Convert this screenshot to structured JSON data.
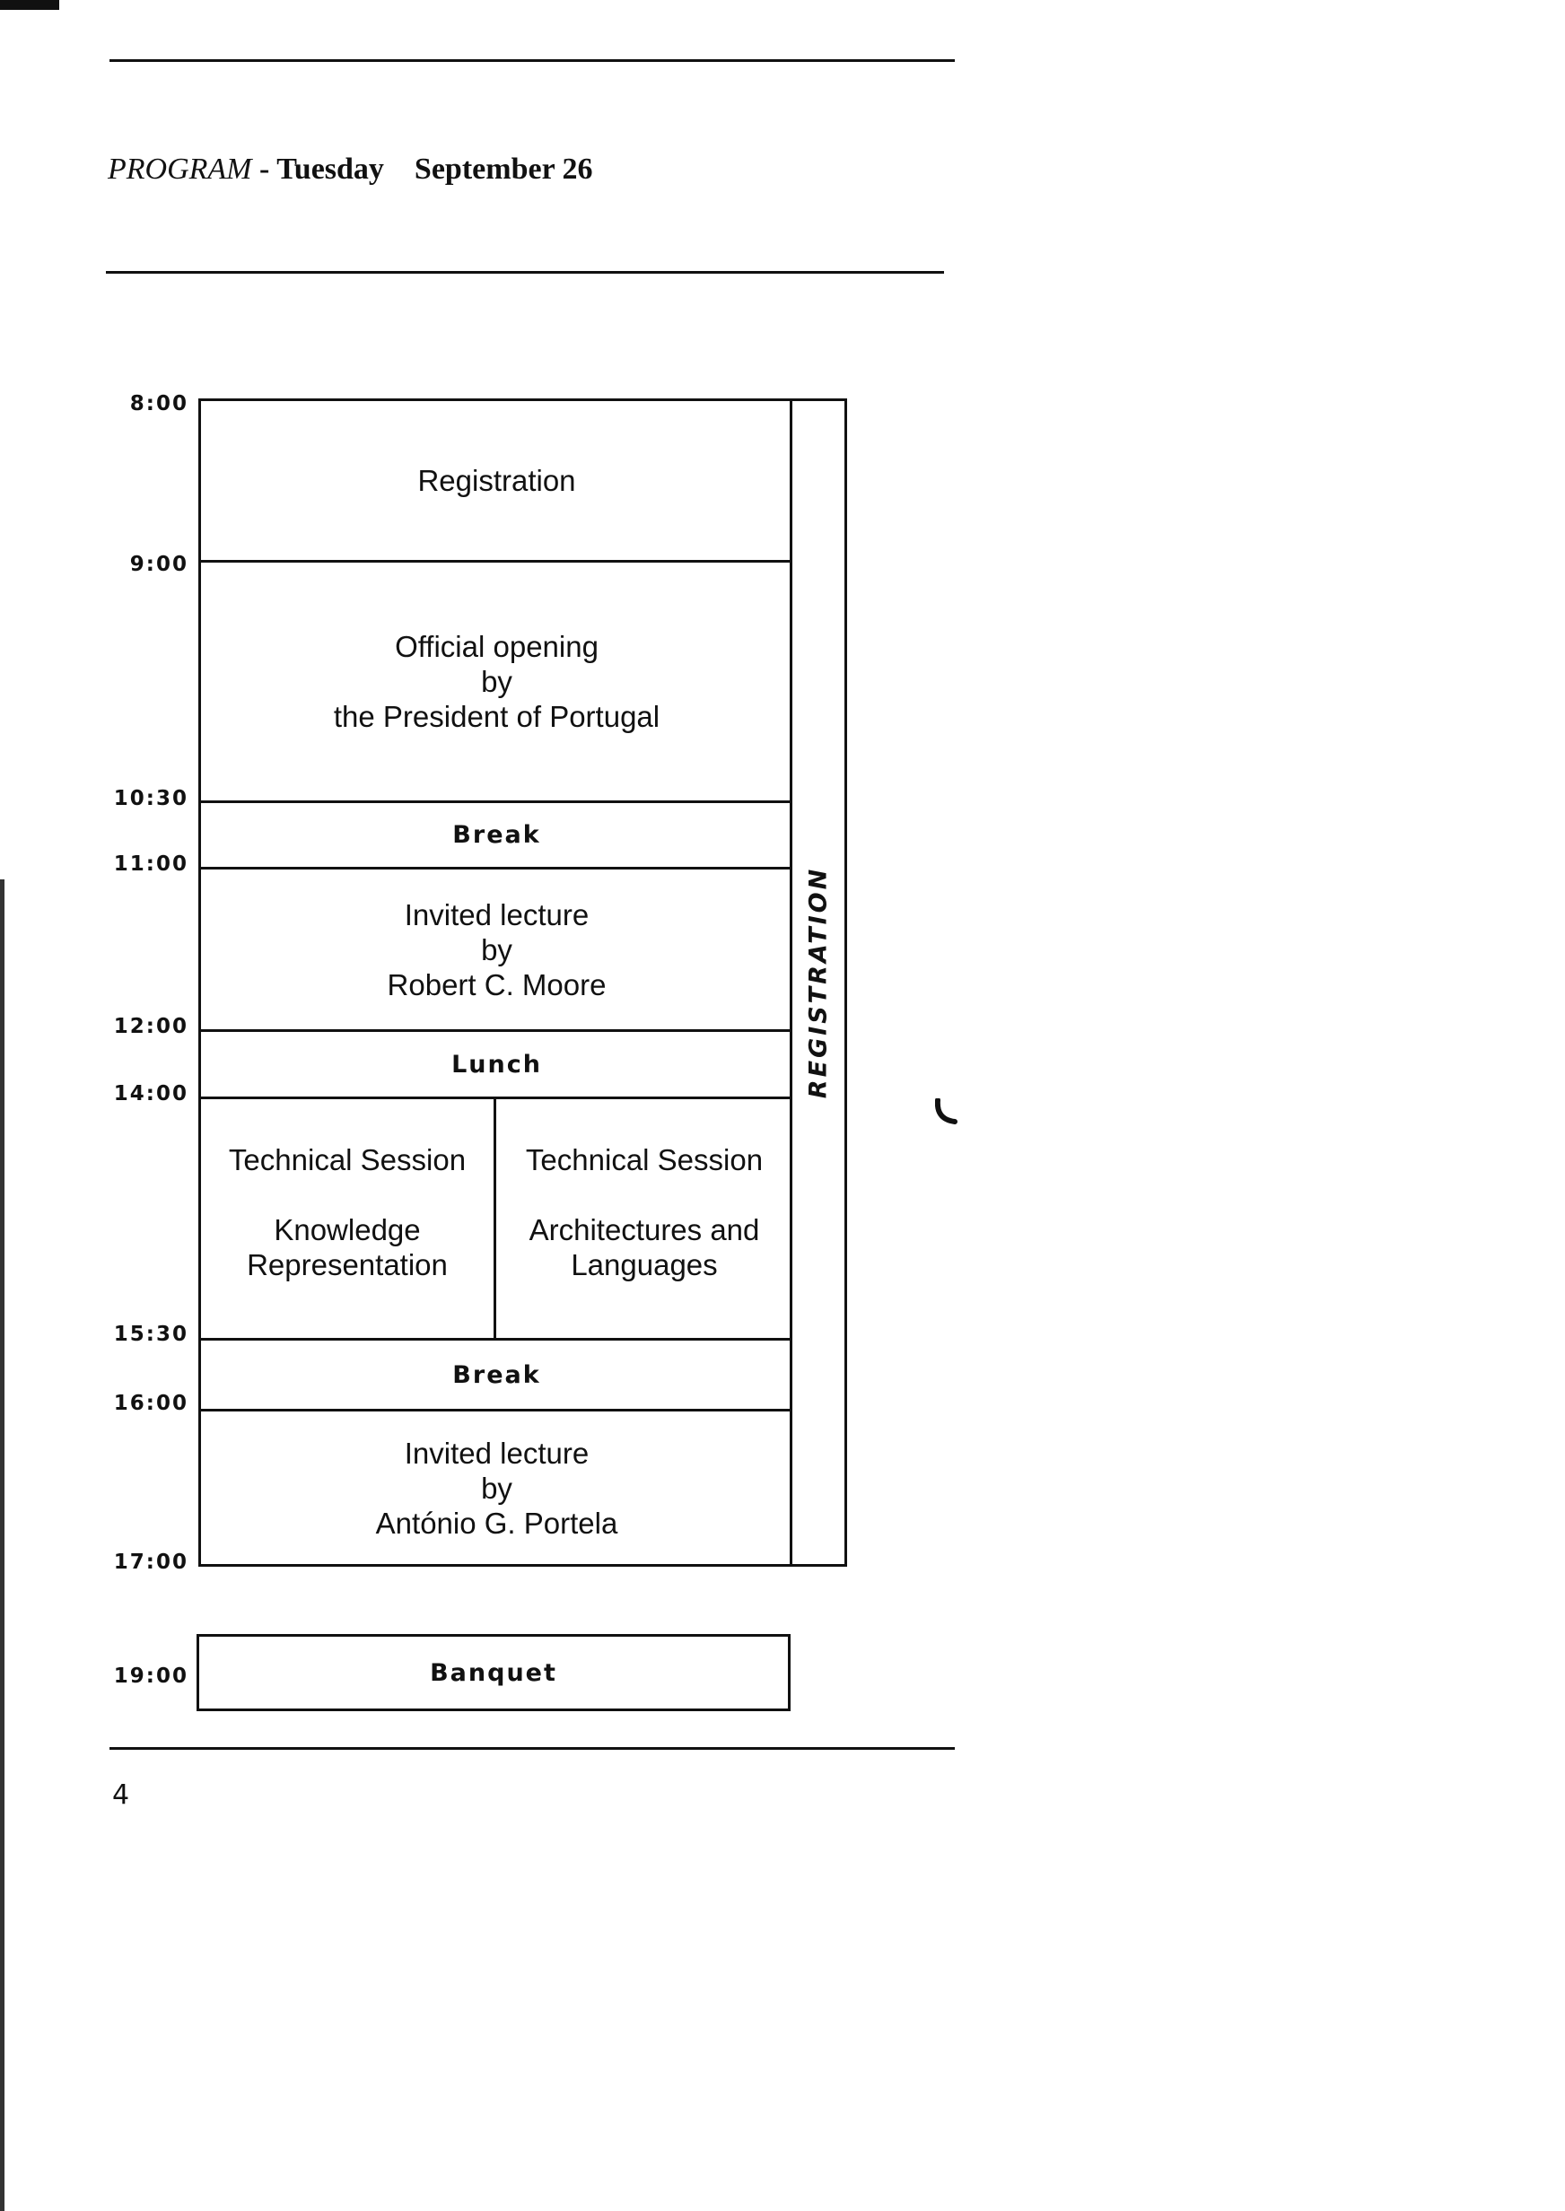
{
  "header": {
    "program_label": "PROGRAM",
    "day": "- Tuesday",
    "date": "September 26"
  },
  "times": [
    "8:00",
    "9:00",
    "10:30",
    "11:00",
    "12:00",
    "14:00",
    "15:30",
    "16:00",
    "17:00",
    "19:00"
  ],
  "schedule": {
    "registration": "Registration",
    "opening": {
      "line1": "Official opening",
      "line2": "by",
      "line3": "the President of Portugal"
    },
    "break1": "Break",
    "lecture1": {
      "line1": "Invited lecture",
      "line2": "by",
      "line3": "Robert C. Moore"
    },
    "lunch": "Lunch",
    "session_left": {
      "title": "Technical Session",
      "topic_line1": "Knowledge",
      "topic_line2": "Representation"
    },
    "session_right": {
      "title": "Technical Session",
      "topic_line1": "Architectures and",
      "topic_line2": "Languages"
    },
    "break2": "Break",
    "lecture2": {
      "line1": "Invited lecture",
      "line2": "by",
      "line3": "António G. Portela"
    },
    "side_label": "REGISTRATION"
  },
  "banquet": "Banquet",
  "page_number": "4"
}
